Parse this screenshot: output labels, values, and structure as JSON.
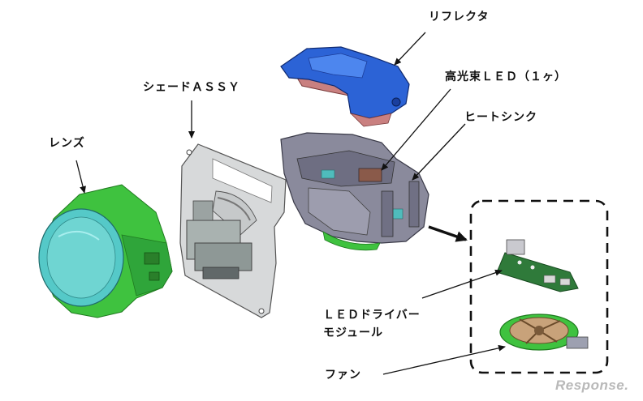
{
  "labels": {
    "reflector": "リフレクタ",
    "high_flux_led": "高光束ＬＥＤ（１ヶ）",
    "heat_sink": "ヒートシンク",
    "shade_assy": "シェードＡＳＳＹ",
    "lens": "レンズ",
    "led_driver_line1": "ＬＥＤドライバー",
    "led_driver_line2": "モジュール",
    "fan": "ファン"
  },
  "watermark": "Response.",
  "colors": {
    "lens_green": "#3fc23f",
    "lens_cyan": "#4fb8c0",
    "reflector_blue": "#2c63d6",
    "reflector_pink": "#c77a7a",
    "housing_gray": "#7f7f92",
    "shade_gray": "#a9aeb0",
    "pcb_green": "#2f7a3a"
  }
}
